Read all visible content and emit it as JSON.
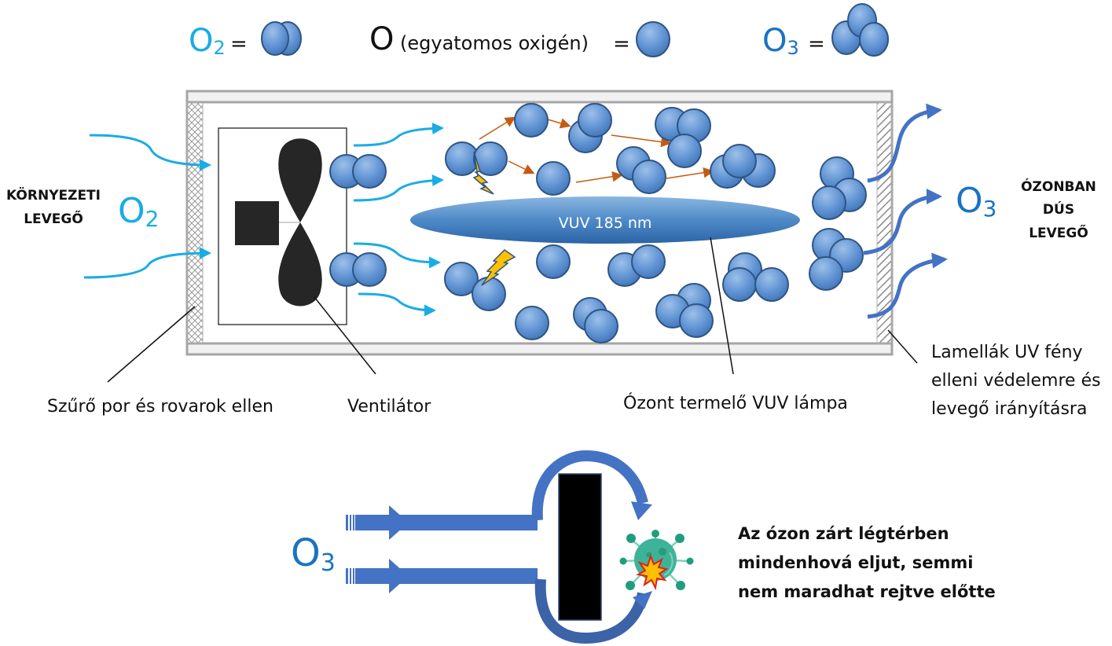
{
  "legend": {
    "o2_symbol": "O",
    "o2_sub": "2",
    "o_symbol": "O",
    "o_desc": "(egyatomos oxigén)",
    "o3_symbol": "O",
    "o3_sub": "3",
    "equals": "="
  },
  "left": {
    "label_line1": "KÖRNYEZETI",
    "label_line2": "LEVEGŐ",
    "formula": "O",
    "formula_sub": "2"
  },
  "right": {
    "label_line1": "ÓZONBAN",
    "label_line2": "DÚS",
    "label_line3": "LEVEGŐ",
    "formula": "O",
    "formula_sub": "3"
  },
  "lamp": {
    "label": "VUV  185 nm"
  },
  "callouts": {
    "filter": "Szűrő por és rovarok ellen",
    "fan": "Ventilátor",
    "lamp": "Ózont termelő VUV lámpa",
    "louvers_line1": "Lamellák UV fény",
    "louvers_line2": "elleni védelemre és",
    "louvers_line3": "levegő irányításra"
  },
  "bottom": {
    "formula": "O",
    "formula_sub": "3",
    "text_line1": "Az ózon zárt légtérben",
    "text_line2": "mindenhová eljut, semmi",
    "text_line3": "nem maradhat rejtve előtte"
  },
  "colors": {
    "o2_blue": "#1aace4",
    "o3_blue": "#1a73c0",
    "molecule_fill": "#5b8fd0",
    "molecule_stroke": "#2e5484",
    "arrow_orange": "#c55a11",
    "flow_blue": "#4472c4",
    "lightning": "#ffc000",
    "virus": "#2ba088"
  }
}
